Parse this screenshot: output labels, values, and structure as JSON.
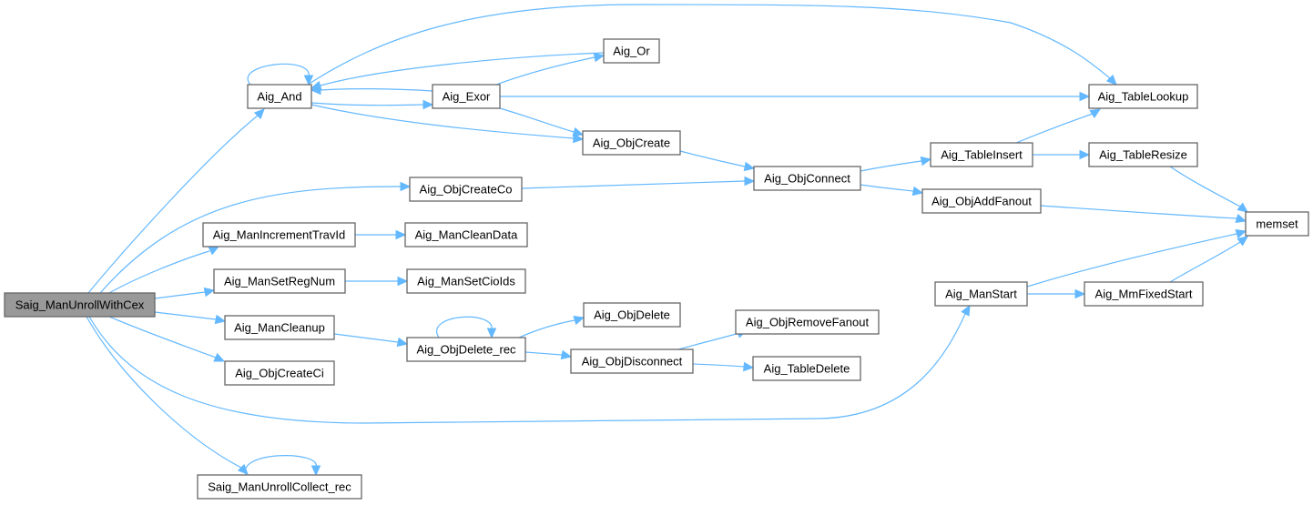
{
  "diagram": {
    "type": "call-graph",
    "colors": {
      "edge": "#63b8ff",
      "root_fill": "#999999",
      "node_border": "#666666",
      "node_fill": "#ffffff"
    },
    "root": "Saig_ManUnrollWithCex",
    "nodes": [
      {
        "id": "n0",
        "label": "Saig_ManUnrollWithCex"
      },
      {
        "id": "n1",
        "label": "Aig_And"
      },
      {
        "id": "n2",
        "label": "Aig_Exor"
      },
      {
        "id": "n3",
        "label": "Aig_Or"
      },
      {
        "id": "n4",
        "label": "Aig_ObjCreate"
      },
      {
        "id": "n5",
        "label": "Aig_TableLookup"
      },
      {
        "id": "n6",
        "label": "Aig_ObjConnect"
      },
      {
        "id": "n7",
        "label": "Aig_TableInsert"
      },
      {
        "id": "n8",
        "label": "Aig_TableResize"
      },
      {
        "id": "n9",
        "label": "Aig_ObjAddFanout"
      },
      {
        "id": "n10",
        "label": "memset"
      },
      {
        "id": "n11",
        "label": "Aig_ObjCreateCo"
      },
      {
        "id": "n12",
        "label": "Aig_ManIncrementTravId"
      },
      {
        "id": "n13",
        "label": "Aig_ManCleanData"
      },
      {
        "id": "n14",
        "label": "Aig_ManSetRegNum"
      },
      {
        "id": "n15",
        "label": "Aig_ManSetCioIds"
      },
      {
        "id": "n16",
        "label": "Aig_ManCleanup"
      },
      {
        "id": "n17",
        "label": "Aig_ObjDelete_rec"
      },
      {
        "id": "n18",
        "label": "Aig_ObjDelete"
      },
      {
        "id": "n19",
        "label": "Aig_ObjDisconnect"
      },
      {
        "id": "n20",
        "label": "Aig_ObjRemoveFanout"
      },
      {
        "id": "n21",
        "label": "Aig_TableDelete"
      },
      {
        "id": "n22",
        "label": "Aig_ObjCreateCi"
      },
      {
        "id": "n23",
        "label": "Aig_ManStart"
      },
      {
        "id": "n24",
        "label": "Aig_MmFixedStart"
      },
      {
        "id": "n25",
        "label": "Saig_ManUnrollCollect_rec"
      }
    ],
    "edges": [
      {
        "from": "Saig_ManUnrollWithCex",
        "to": "Aig_And"
      },
      {
        "from": "Saig_ManUnrollWithCex",
        "to": "Aig_ObjCreateCo"
      },
      {
        "from": "Saig_ManUnrollWithCex",
        "to": "Aig_ManIncrementTravId"
      },
      {
        "from": "Saig_ManUnrollWithCex",
        "to": "Aig_ManSetRegNum"
      },
      {
        "from": "Saig_ManUnrollWithCex",
        "to": "Aig_ManCleanup"
      },
      {
        "from": "Saig_ManUnrollWithCex",
        "to": "Aig_ObjCreateCi"
      },
      {
        "from": "Saig_ManUnrollWithCex",
        "to": "Aig_ManStart"
      },
      {
        "from": "Saig_ManUnrollWithCex",
        "to": "Saig_ManUnrollCollect_rec"
      },
      {
        "from": "Aig_And",
        "to": "Aig_And"
      },
      {
        "from": "Aig_And",
        "to": "Aig_Exor"
      },
      {
        "from": "Aig_And",
        "to": "Aig_ObjCreate"
      },
      {
        "from": "Aig_And",
        "to": "Aig_TableLookup"
      },
      {
        "from": "Aig_Exor",
        "to": "Aig_And"
      },
      {
        "from": "Aig_Exor",
        "to": "Aig_Or"
      },
      {
        "from": "Aig_Exor",
        "to": "Aig_ObjCreate"
      },
      {
        "from": "Aig_Exor",
        "to": "Aig_TableLookup"
      },
      {
        "from": "Aig_Or",
        "to": "Aig_And"
      },
      {
        "from": "Aig_ObjCreate",
        "to": "Aig_ObjConnect"
      },
      {
        "from": "Aig_ObjCreateCo",
        "to": "Aig_ObjConnect"
      },
      {
        "from": "Aig_ObjConnect",
        "to": "Aig_TableInsert"
      },
      {
        "from": "Aig_ObjConnect",
        "to": "Aig_ObjAddFanout"
      },
      {
        "from": "Aig_TableInsert",
        "to": "Aig_TableLookup"
      },
      {
        "from": "Aig_TableInsert",
        "to": "Aig_TableResize"
      },
      {
        "from": "Aig_TableResize",
        "to": "memset"
      },
      {
        "from": "Aig_ObjAddFanout",
        "to": "memset"
      },
      {
        "from": "Aig_ManIncrementTravId",
        "to": "Aig_ManCleanData"
      },
      {
        "from": "Aig_ManSetRegNum",
        "to": "Aig_ManSetCioIds"
      },
      {
        "from": "Aig_ManCleanup",
        "to": "Aig_ObjDelete_rec"
      },
      {
        "from": "Aig_ObjDelete_rec",
        "to": "Aig_ObjDelete_rec"
      },
      {
        "from": "Aig_ObjDelete_rec",
        "to": "Aig_ObjDelete"
      },
      {
        "from": "Aig_ObjDelete_rec",
        "to": "Aig_ObjDisconnect"
      },
      {
        "from": "Aig_ObjDisconnect",
        "to": "Aig_ObjRemoveFanout"
      },
      {
        "from": "Aig_ObjDisconnect",
        "to": "Aig_TableDelete"
      },
      {
        "from": "Aig_ManStart",
        "to": "memset"
      },
      {
        "from": "Aig_ManStart",
        "to": "Aig_MmFixedStart"
      },
      {
        "from": "Aig_MmFixedStart",
        "to": "memset"
      },
      {
        "from": "Saig_ManUnrollCollect_rec",
        "to": "Saig_ManUnrollCollect_rec"
      }
    ]
  }
}
